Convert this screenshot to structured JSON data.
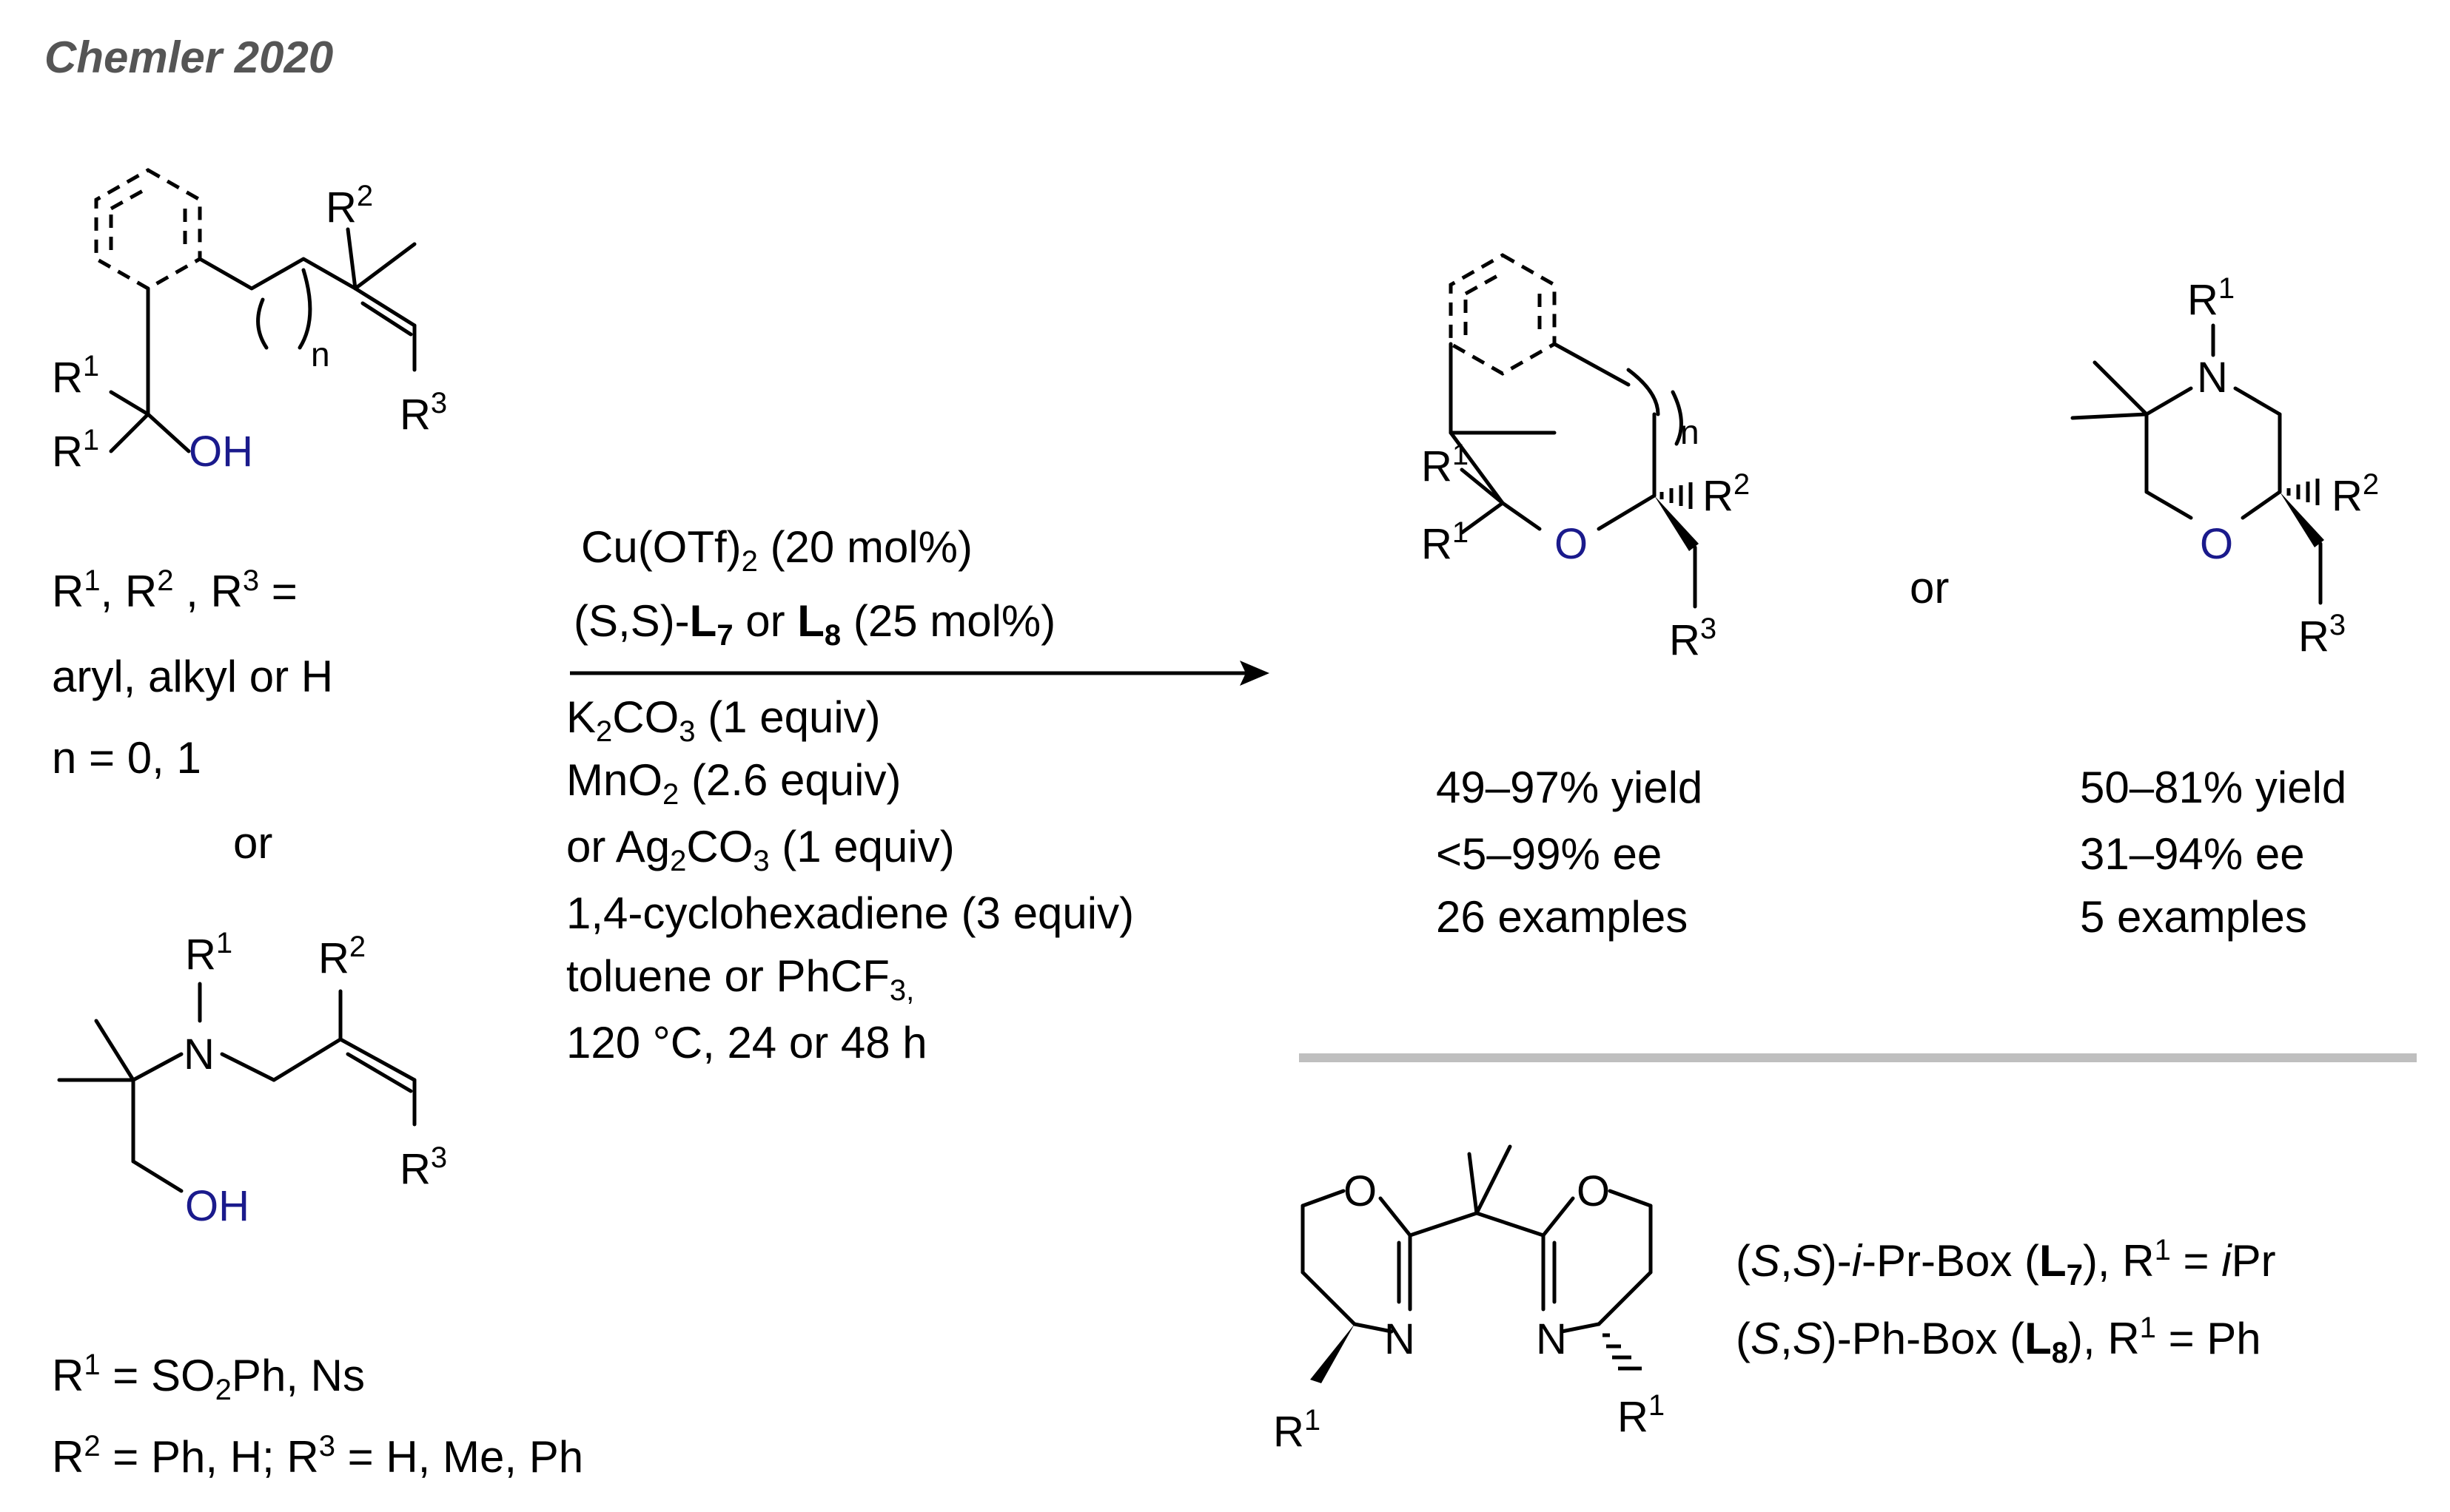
{
  "heading": "Chemler 2020",
  "substrate_labels": {
    "r1_top": "R",
    "r1_top_sup": "1",
    "r1_bottom": "R",
    "r1_bottom_sup": "1",
    "oh": "OH",
    "r2": "R",
    "r2_sup": "2",
    "r3": "R",
    "r3_sup": "3",
    "n_index": "n"
  },
  "substrate_defs": {
    "line1": "R1, R2 , R3 =",
    "line2": "aryl, alkyl or H",
    "line3": "n = 0, 1",
    "or": "or"
  },
  "amine_substrate": {
    "r1": "R",
    "r1_sup": "1",
    "n": "N",
    "r2": "R",
    "r2_sup": "2",
    "r3": "R",
    "r3_sup": "3",
    "oh": "OH",
    "defs1": "R1 = SO2Ph, Ns",
    "defs2": "R2 = Ph, H; R3 = H, Me, Ph"
  },
  "conditions": {
    "above": [
      "Cu(OTf)2 (20 mol%)",
      "(S,S)-L7 or L8 (25 mol%)"
    ],
    "below": [
      "K2CO3 (1 equiv)",
      "MnO2 (2.6 equiv)",
      "or Ag2CO3 (1 equiv)",
      "1,4-cyclohexadiene (3 equiv)",
      "toluene or PhCF3,",
      "120 °C, 24 or 48 h"
    ]
  },
  "product1": {
    "r1a": "R",
    "r1a_sup": "1",
    "r1b": "R",
    "r1b_sup": "1",
    "o": "O",
    "r2": "R",
    "r2_sup": "2",
    "r3": "R",
    "r3_sup": "3",
    "n_index": "n",
    "stats": [
      "49–97% yield",
      "<5–99% ee",
      "26 examples"
    ]
  },
  "product_or": "or",
  "product2": {
    "r1": "R",
    "r1_sup": "1",
    "n": "N",
    "o": "O",
    "r2": "R",
    "r2_sup": "2",
    "r3": "R",
    "r3_sup": "3",
    "stats": [
      "50–81% yield",
      "31–94% ee",
      "5 examples"
    ]
  },
  "ligand": {
    "o_left": "O",
    "n_left": "N",
    "o_right": "O",
    "n_right": "N",
    "r1_left": "R",
    "r1_left_sup": "1",
    "r1_right": "R",
    "r1_right_sup": "1",
    "label_l7": "(S,S)-i-Pr-Box (L7), R1 = iPr",
    "label_l8": "(S,S)-Ph-Box (L8), R1 = Ph"
  },
  "colors": {
    "text": "#000000",
    "heteroatom": "#1a1a8c",
    "heading": "#555555",
    "separator": "#bfbfbf"
  }
}
